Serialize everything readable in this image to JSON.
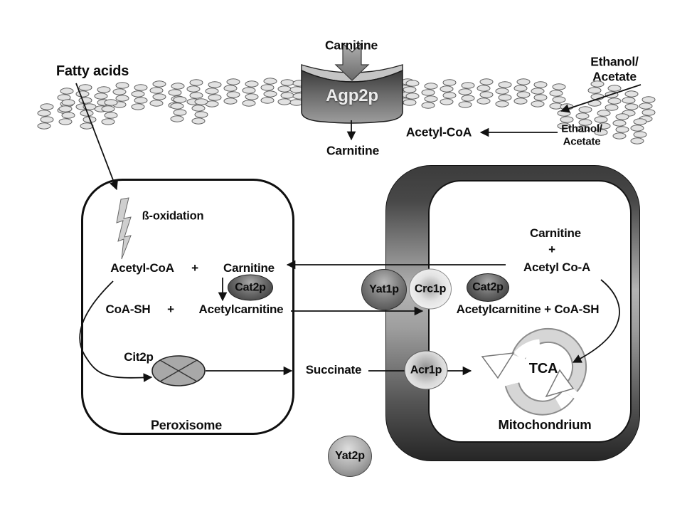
{
  "colors": {
    "wall_dark": "#3c3c3c",
    "wall_light": "#b4b4b4",
    "protein_dark": "#555555",
    "protein_light": "#ededed",
    "lipid_fill": "#e2e2e2",
    "text": "#111111"
  },
  "extracellular": {
    "fatty_acids": "Fatty acids",
    "carnitine_in": "Carnitine",
    "ethanol_acetate_line1": "Ethanol/",
    "ethanol_acetate_line2": "Acetate"
  },
  "transporter": {
    "agp2p": "Agp2p"
  },
  "cytosol": {
    "carnitine_out": "Carnitine",
    "acetyl_coa": "Acetyl-CoA",
    "ethanol_acetate_line1": "Ethanol/",
    "ethanol_acetate_line2": "Acetate",
    "succinate": "Succinate",
    "yat2p": "Yat2p"
  },
  "peroxisome": {
    "name": "Peroxisome",
    "beta_oxidation": "ß-oxidation",
    "acetyl_coa": "Acetyl-CoA",
    "plus_1": "+",
    "carnitine": "Carnitine",
    "cat2p": "Cat2p",
    "coa_sh": "CoA-SH",
    "plus_2": "+",
    "acetylcarnitine": "Acetylcarnitine",
    "cit2p": "Cit2p"
  },
  "mitochondrion": {
    "name": "Mitochondrium",
    "yat1p": "Yat1p",
    "crc1p": "Crc1p",
    "cat2p": "Cat2p",
    "acr1p": "Acr1p",
    "carnitine": "Carnitine",
    "plus": "+",
    "acetyl_co_a": "Acetyl Co-A",
    "acetylcarnitine_coa_sh": "Acetylcarnitine + CoA-SH",
    "tca": "TCA"
  }
}
